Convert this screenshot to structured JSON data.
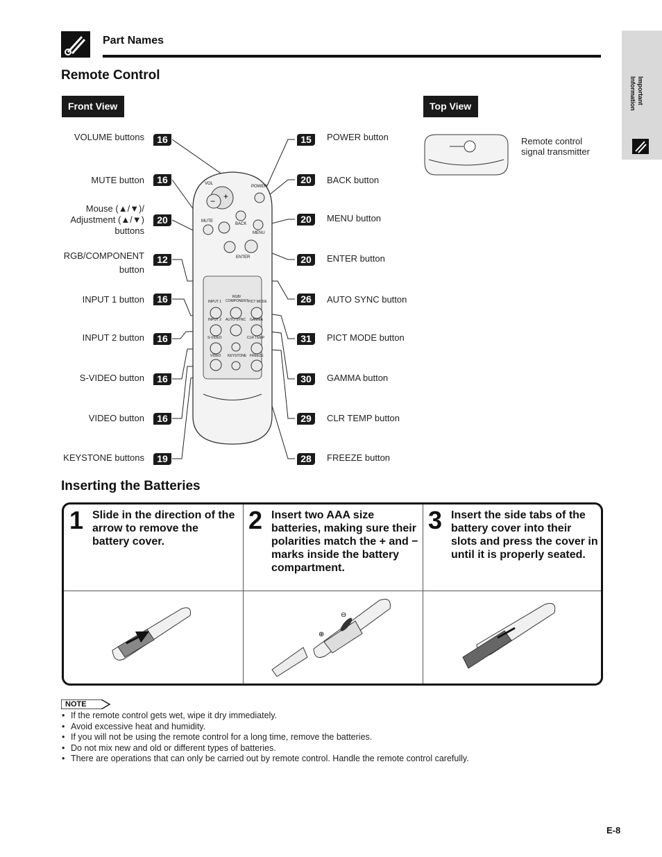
{
  "header": {
    "title": "Part Names",
    "side_tab": "Important Information"
  },
  "remote_control": {
    "title": "Remote Control",
    "front_view_tag": "Front View",
    "top_view_tag": "Top View",
    "top_view_label": "Remote control signal transmitter",
    "left_labels": [
      {
        "text": "VOLUME buttons",
        "page": "16"
      },
      {
        "text": "MUTE button",
        "page": "16"
      },
      {
        "text": "Mouse (▲/▼)/ Adjustment (▲/▼) buttons",
        "page": "20"
      },
      {
        "text": "RGB/COMPONENT button",
        "page": "12"
      },
      {
        "text": "INPUT 1 button",
        "page": "16"
      },
      {
        "text": "INPUT 2 button",
        "page": "16"
      },
      {
        "text": "S-VIDEO button",
        "page": "16"
      },
      {
        "text": "VIDEO button",
        "page": "16"
      },
      {
        "text": "KEYSTONE buttons",
        "page": "19"
      }
    ],
    "right_labels": [
      {
        "text": "POWER button",
        "page": "15"
      },
      {
        "text": "BACK button",
        "page": "20"
      },
      {
        "text": "MENU button",
        "page": "20"
      },
      {
        "text": "ENTER button",
        "page": "20"
      },
      {
        "text": "AUTO SYNC button",
        "page": "26"
      },
      {
        "text": "PICT MODE button",
        "page": "31"
      },
      {
        "text": "GAMMA button",
        "page": "30"
      },
      {
        "text": "CLR TEMP button",
        "page": "29"
      },
      {
        "text": "FREEZE button",
        "page": "28"
      }
    ],
    "remote_labels": {
      "vol": "VOL",
      "power": "POWER",
      "mute": "MUTE",
      "back": "BACK",
      "menu": "MENU",
      "enter": "ENTER",
      "rgb": "RGB/ COMPONENT",
      "input1": "INPUT 1",
      "pict_mode": "PICT MODE",
      "input2": "INPUT 2",
      "auto_sync": "AUTO SYNC",
      "gamma": "GAMMA",
      "svideo": "S-VIDEO",
      "clr_temp": "CLR TEMP",
      "video": "VIDEO",
      "keystone": "KEYSTONE",
      "freeze": "FREEZE"
    }
  },
  "batteries": {
    "title": "Inserting the Batteries",
    "steps": [
      {
        "num": "1",
        "text": "Slide in the direction of the arrow to remove the battery cover."
      },
      {
        "num": "2",
        "text": "Insert two AAA size batteries, making sure their polarities match the + and − marks inside the battery compartment."
      },
      {
        "num": "3",
        "text": "Insert the side tabs of the battery cover into their slots and press the cover in until it is properly seated."
      }
    ]
  },
  "note": {
    "badge": "NOTE",
    "items": [
      "If the remote control gets wet, wipe it dry immediately.",
      "Avoid excessive heat and humidity.",
      "If you will not be using the remote control for a long time, remove the batteries.",
      "Do not mix new and old or different types of batteries.",
      "There are operations that can only be carried out by remote control. Handle the remote control carefully."
    ]
  },
  "page_number": "E-8"
}
